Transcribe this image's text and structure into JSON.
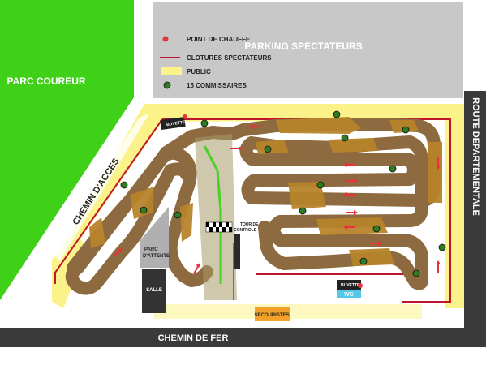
{
  "labels": {
    "parc_coureur": "PARC COUREUR",
    "parking": "PARKING SPECTATEURS",
    "chemin_acces": "CHEMIN D'ACCES",
    "route": "ROUTE DEPARTEMENTALE",
    "chemin_fer": "CHEMIN DE FER",
    "parc_attente_1": "PARC",
    "parc_attente_2": "D'ATTENTE",
    "salle": "SALLE",
    "tour_1": "TOUR DE",
    "tour_2": "CONTROLE",
    "buvette_top": "BUVETTE",
    "buvette_bottom": "BUVETTE",
    "wc": "WC",
    "secouristes": "SECOURISTES"
  },
  "legend": [
    {
      "key": "point",
      "label": "POINT DE CHAUFFE"
    },
    {
      "key": "cloture",
      "label": "CLOTURES SPECTATEURS"
    },
    {
      "key": "public",
      "label": "PUBLIC"
    },
    {
      "key": "commissaire",
      "label": "15 COMMISSAIRES"
    }
  ],
  "colors": {
    "green": "#3fd118",
    "grey": "#c8c8c8",
    "dark": "#3a3a3a",
    "public": "#fbf38a",
    "track": "#8d6a3f",
    "track_inner": "#7b5b35",
    "mound": "#b8842c",
    "fence": "#c0162c",
    "marshal": "#2f7a22",
    "heat": "#e8323c",
    "wc": "#53c8e8",
    "secu": "#f2a22a"
  }
}
